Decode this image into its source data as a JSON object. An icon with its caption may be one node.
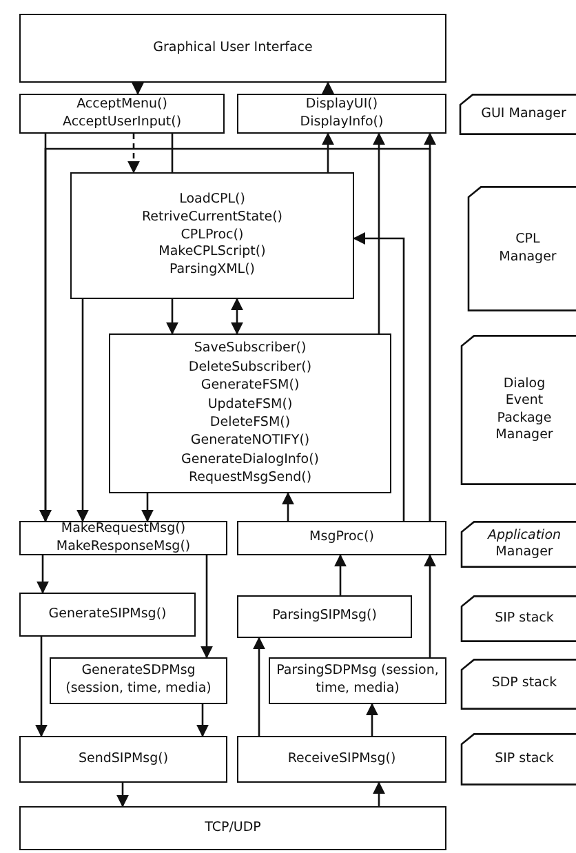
{
  "diagram": {
    "nodes": [
      {
        "text": [
          "Graphical User Interface"
        ]
      },
      {
        "text": [
          "AcceptMenu() AcceptUserInput()"
        ]
      },
      {
        "text": [
          "DisplayUI() DisplayInfo()"
        ]
      },
      {
        "text": [
          "GUI Manager"
        ]
      },
      {
        "text": [
          "LoadCPL() RetriveCurrentState() CPLProc() MakeCPLScript() ParsingXML()"
        ]
      },
      {
        "text": [
          "CPL Manager"
        ]
      },
      {
        "text": [
          "SaveSubscriber() DeleteSubscriber() GenerateFSM() UpdateFSM() DeleteFSM() GenerateNOTIFY() GenerateDialogInfo() RequestMsgSend()"
        ]
      },
      {
        "text": [
          "Dialog Event Package Manager"
        ]
      },
      {
        "text": [
          "MakeRequestMsg() MakeResponseMsg()"
        ]
      },
      {
        "text": [
          "MsgProc()"
        ]
      },
      {
        "text": [
          "*Application* Manager"
        ]
      },
      {
        "text": [
          "GenerateSIPMsg()"
        ]
      },
      {
        "text": [
          "ParsingSIPMsg()"
        ]
      },
      {
        "text": [
          "SIP stack"
        ]
      },
      {
        "text": [
          "GenerateSDPMsg (session, time, media)"
        ]
      },
      {
        "text": [
          "ParsingSDPMsg (session, time, media)"
        ]
      },
      {
        "text": [
          "SDP stack"
        ]
      },
      {
        "text": [
          "SendSIPMsg()"
        ]
      },
      {
        "text": [
          "ReceiveSIPMsg()"
        ]
      },
      {
        "text": [
          "SIP stack"
        ]
      },
      {
        "text": [
          "TCP/UDP"
        ]
      }
    ],
    "edges": [
      {
        "from": 0,
        "to": 1,
        "arrow": "to"
      },
      {
        "from": 2,
        "to": 0,
        "arrow": "to"
      },
      {
        "from": 1,
        "to": 4,
        "arrow": "to",
        "style": "dashed"
      },
      {
        "from": 1,
        "to": 4,
        "arrow": "none"
      },
      {
        "from": 1,
        "to": 8,
        "arrow": "to"
      },
      {
        "from": 9,
        "to": 8,
        "arrow": "to"
      },
      {
        "from": 4,
        "to": 2,
        "arrow": "to"
      },
      {
        "from": 6,
        "to": 2,
        "arrow": "to"
      },
      {
        "from": 9,
        "to": 2,
        "arrow": "to"
      },
      {
        "from": 9,
        "to": 4,
        "arrow": "to"
      },
      {
        "from": 4,
        "to": 6,
        "arrow": "to"
      },
      {
        "from": 4,
        "to": 6,
        "arrow": "both"
      },
      {
        "from": 4,
        "to": 8,
        "arrow": "to"
      },
      {
        "from": 6,
        "to": 8,
        "arrow": "to"
      },
      {
        "from": 9,
        "to": 6,
        "arrow": "to"
      },
      {
        "from": 8,
        "to": 11,
        "arrow": "to"
      },
      {
        "from": 8,
        "to": 14,
        "arrow": "to"
      },
      {
        "from": 11,
        "to": 17,
        "arrow": "to"
      },
      {
        "from": 14,
        "to": 17,
        "arrow": "to"
      },
      {
        "from": 12,
        "to": 9,
        "arrow": "to"
      },
      {
        "from": 15,
        "to": 9,
        "arrow": "to"
      },
      {
        "from": 18,
        "to": 12,
        "arrow": "to"
      },
      {
        "from": 18,
        "to": 15,
        "arrow": "to"
      },
      {
        "from": 17,
        "to": 20,
        "arrow": "to"
      },
      {
        "from": 20,
        "to": 18,
        "arrow": "to"
      }
    ]
  }
}
